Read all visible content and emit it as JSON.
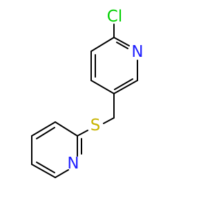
{
  "molecule": {
    "atoms": {
      "chlorine": {
        "label": "Cl",
        "color": "#00d000"
      },
      "pyridine_n_top": {
        "label": "N",
        "color": "#2020ff"
      },
      "sulfur": {
        "label": "S",
        "color": "#c8b400"
      },
      "pyridine_n_bottom": {
        "label": "N",
        "color": "#2020ff"
      }
    },
    "bond_color": "#000000"
  }
}
